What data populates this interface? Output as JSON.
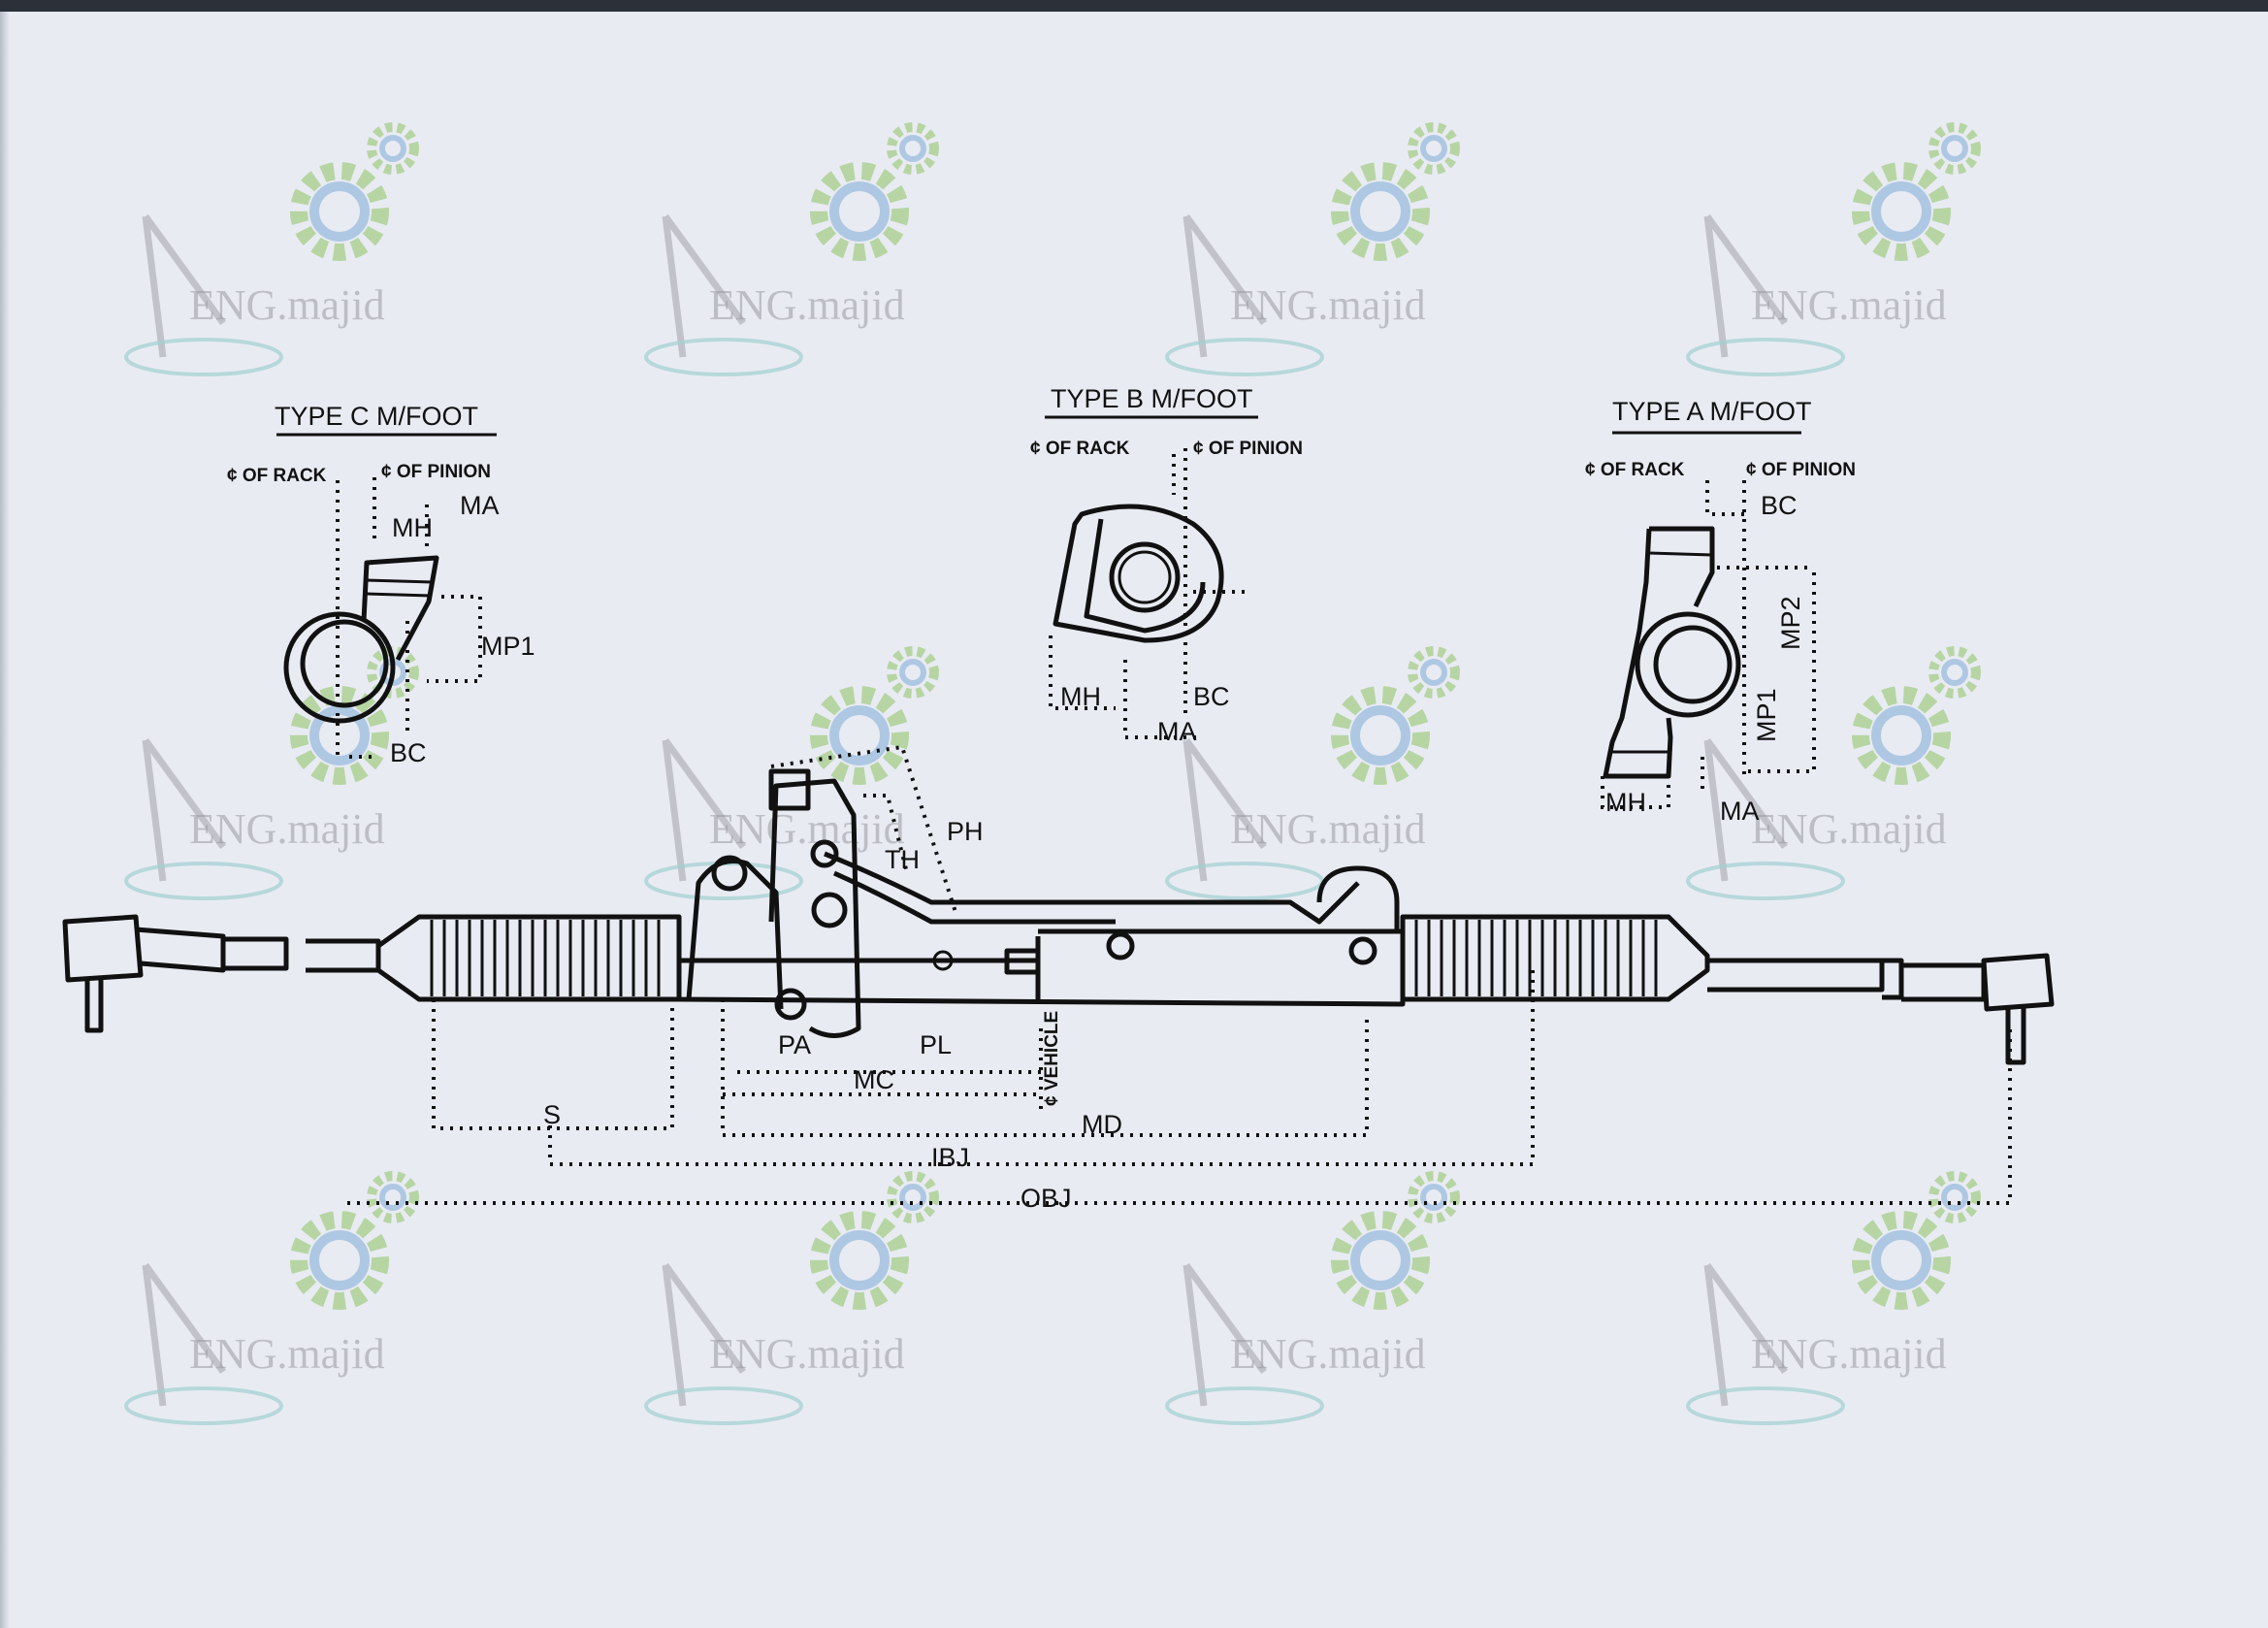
{
  "watermark": {
    "text": "ENG.majid"
  },
  "type_c": {
    "title": "TYPE C   M/FOOT",
    "rack_cl": "¢ OF RACK",
    "pinion_cl": "¢ OF PINION",
    "labels": [
      "MA",
      "MH",
      "MP1",
      "BC"
    ]
  },
  "type_b": {
    "title": "TYPE B  M/FOOT",
    "rack_cl": "¢ OF RACK",
    "pinion_cl": "¢ OF PINION",
    "labels": [
      "MH",
      "BC",
      "MA"
    ]
  },
  "type_a": {
    "title": "TYPE A  M/FOOT",
    "rack_cl": "¢ OF RACK",
    "pinion_cl": "¢ OF PINION",
    "labels": [
      "BC",
      "MP2",
      "MP1",
      "MH",
      "MA"
    ]
  },
  "main": {
    "PH": "PH",
    "TH": "TH",
    "PA": "PA",
    "PL": "PL",
    "MC": "MC",
    "vehicle": "¢ VEHICLE",
    "MD": "MD",
    "S": "S",
    "IBJ": "IBJ",
    "OBJ": "OBJ"
  },
  "colors": {
    "paper": "#e9ebf3",
    "ink": "#111111",
    "gear_green": "#a9d08e",
    "gear_blue": "#9fbfdf"
  }
}
